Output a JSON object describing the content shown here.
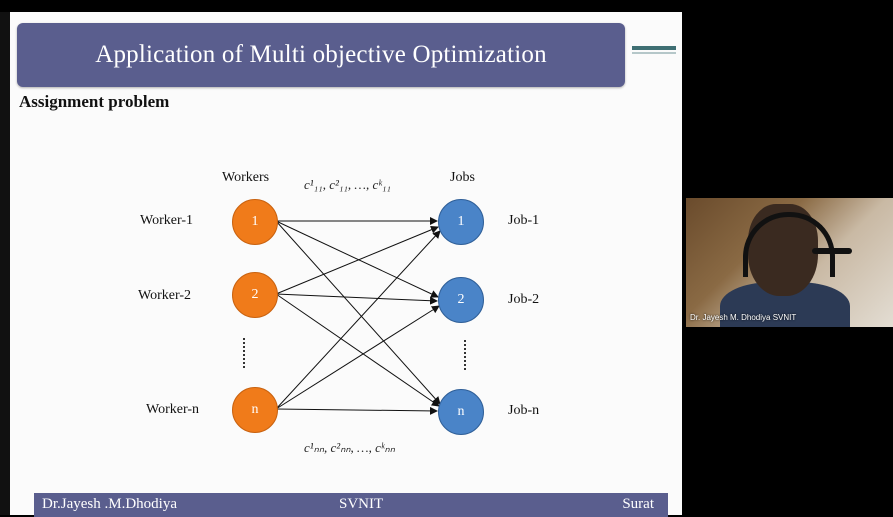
{
  "slide": {
    "title": "Application of Multi objective Optimization",
    "subtitle": "Assignment problem",
    "workers_header": "Workers",
    "jobs_header": "Jobs",
    "cost_top": "c¹₁₁, c²₁₁, …, cᵏ₁₁",
    "cost_bottom": "c¹ₙₙ, c²ₙₙ, …, cᵏₙₙ",
    "workers": [
      {
        "label": "Worker-1",
        "node": "1"
      },
      {
        "label": "Worker-2",
        "node": "2"
      },
      {
        "label": "Worker-n",
        "node": "n"
      }
    ],
    "jobs": [
      {
        "label": "Job-1",
        "node": "1"
      },
      {
        "label": "Job-2",
        "node": "2"
      },
      {
        "label": "Job-n",
        "node": "n"
      }
    ],
    "colors": {
      "title_bar": "#5a5e8e",
      "worker_node": "#f07b1a",
      "job_node": "#4a84c8"
    }
  },
  "footer": {
    "author": "Dr.Jayesh .M.Dhodiya",
    "institute": "SVNIT",
    "city": "Surat"
  },
  "webcam": {
    "participant_name": "Dr. Jayesh M. Dhodiya SVNIT"
  }
}
